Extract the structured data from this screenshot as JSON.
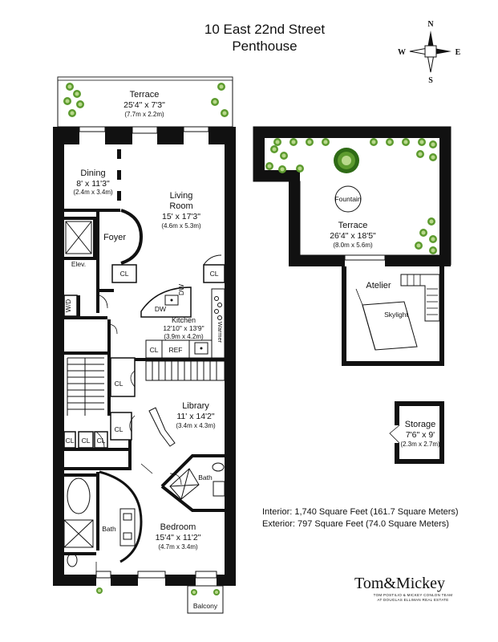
{
  "title": {
    "address": "10 East 22nd Street",
    "unit": "Penthouse"
  },
  "compass": {
    "n": "N",
    "s": "S",
    "e": "E",
    "w": "W"
  },
  "rooms": {
    "terrace_front": {
      "name": "Terrace",
      "dim": "25'4\" x 7'3\"",
      "metric": "(7.7m x 2.2m)"
    },
    "dining": {
      "name": "Dining",
      "dim": "8' x 11'3\"",
      "metric": "(2.4m x 3.4m)"
    },
    "living": {
      "name1": "Living",
      "name2": "Room",
      "dim": "15' x 17'3\"",
      "metric": "(4.6m x 5.3m)"
    },
    "foyer": {
      "name": "Foyer"
    },
    "elevator": {
      "name": "Elev."
    },
    "kitchen": {
      "name": "Kitchen",
      "dim": "12'10\" x 13'9\"",
      "metric": "(3.9m x 4.2m)"
    },
    "library": {
      "name": "Library",
      "dim": "11' x 14'2\"",
      "metric": "(3.4m x 4.3m)"
    },
    "bedroom": {
      "name": "Bedroom",
      "dim": "15'4\" x 11'2\"",
      "metric": "(4.7m x 3.4m)"
    },
    "bath_master": {
      "name": "Bath"
    },
    "bath_second": {
      "name": "Bath"
    },
    "balcony": {
      "name": "Balcony"
    },
    "terrace_upper": {
      "name": "Terrace",
      "dim": "26'4\" x 18'5\"",
      "metric": "(8.0m x 5.6m)"
    },
    "fountain": {
      "name": "Fountain"
    },
    "atelier": {
      "name": "Atelier"
    },
    "skylight": {
      "name": "Skylight"
    },
    "storage": {
      "name": "Storage",
      "dim": "7'6\" x 9'",
      "metric": "(2.3m x 2.7m)"
    }
  },
  "fixtures": {
    "cl": "CL",
    "dw": "DW",
    "wd": "W/D",
    "ref": "REF",
    "warmer": "Warmer"
  },
  "area": {
    "interior": "Interior: 1,740 Square Feet (161.7 Square Meters)",
    "exterior": "Exterior: 797 Square Feet (74.0 Square Meters)"
  },
  "brand": {
    "name": "Tom&Mickey",
    "line1": "TOM POSTILIO & MICKEY CONLON TEAM",
    "line2": "AT DOUGLAS ELLIMAN REAL ESTATE"
  },
  "colors": {
    "wall": "#111111",
    "tree_light": "#b9d98c",
    "tree_mid": "#5d9b2f",
    "tree_dark": "#2f6b16"
  }
}
